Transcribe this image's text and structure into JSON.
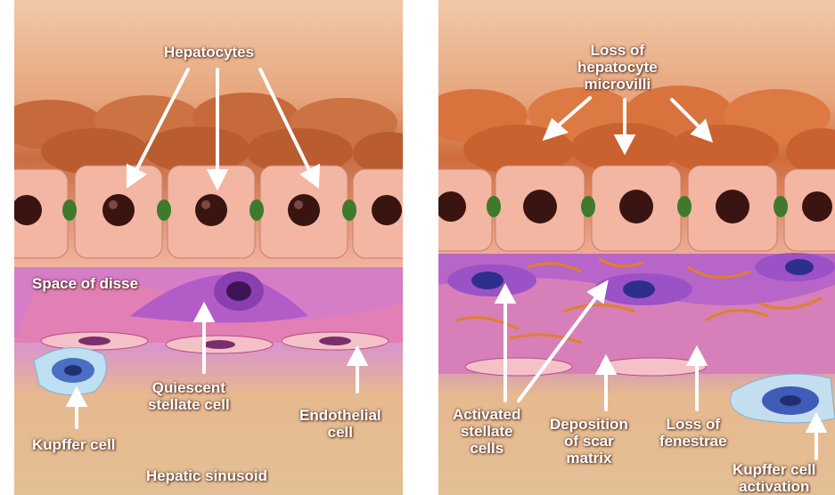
{
  "colors": {
    "background_top": "#e9b48f",
    "hepatocyte_pink": "#f1b7a3",
    "hepatocyte_orange": "#d9733e",
    "nucleus": "#3a1410",
    "junction_green": "#3f7a2c",
    "disse_purple": "#b35cc8",
    "endothelial_pink": "#e07fb5",
    "sinusoid_tan": "#e4bd8e",
    "kupffer_blue": "#4b6fc2",
    "label_white": "#ffffff"
  },
  "left_panel": {
    "title": "Normal liver",
    "labels": {
      "hepatocytes": "Hepatocytes",
      "space_of_disse": "Space of disse",
      "quiescent_1": "Quiescent",
      "quiescent_2": "stellate cell",
      "endothelial_1": "Endothelial",
      "endothelial_2": "cell",
      "kupffer": "Kupffer cell",
      "sinusoid": "Hepatic sinusoid"
    }
  },
  "right_panel": {
    "labels": {
      "loss_microvilli_1": "Loss of",
      "loss_microvilli_2": "hepatocyte",
      "loss_microvilli_3": "microvilli",
      "activated_1": "Activated",
      "activated_2": "stellate",
      "activated_3": "cells",
      "deposition_1": "Deposition",
      "deposition_2": "of scar",
      "deposition_3": "matrix",
      "fenestrae_1": "Loss of",
      "fenestrae_2": "fenestrae",
      "kupffer_1": "Kupffer cell",
      "kupffer_2": "activation"
    }
  }
}
